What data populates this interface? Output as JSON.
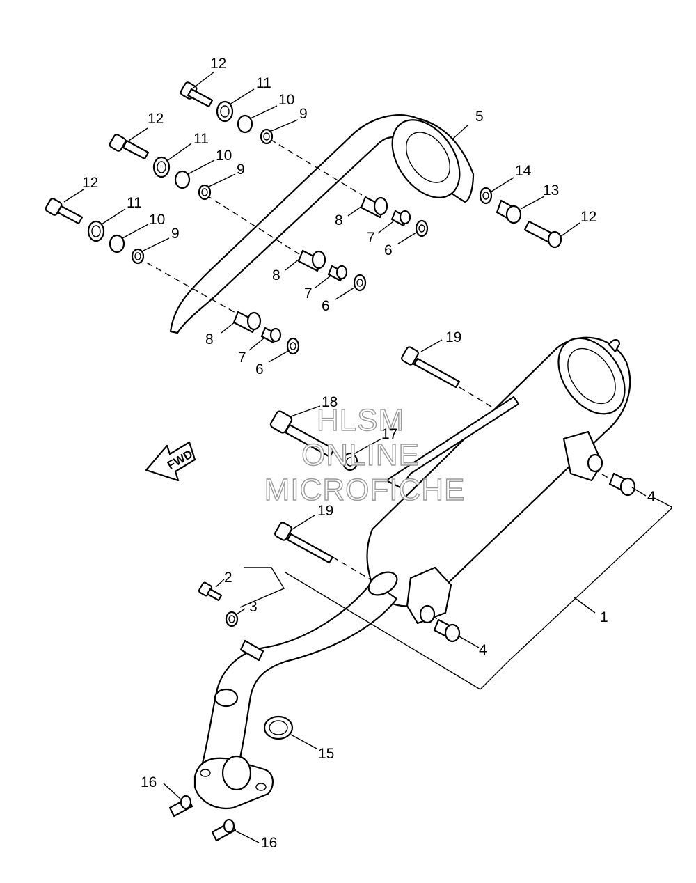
{
  "diagram": {
    "callouts": [
      "1",
      "2",
      "3",
      "4",
      "4",
      "5",
      "6",
      "6",
      "6",
      "7",
      "7",
      "7",
      "8",
      "8",
      "8",
      "9",
      "9",
      "9",
      "10",
      "10",
      "10",
      "11",
      "11",
      "11",
      "12",
      "12",
      "12",
      "12",
      "13",
      "14",
      "15",
      "16",
      "16",
      "17",
      "18",
      "19",
      "19"
    ],
    "direction_label": "FWD",
    "watermark": [
      "HLSM",
      "ONLINE",
      "MICROFICHE"
    ]
  }
}
